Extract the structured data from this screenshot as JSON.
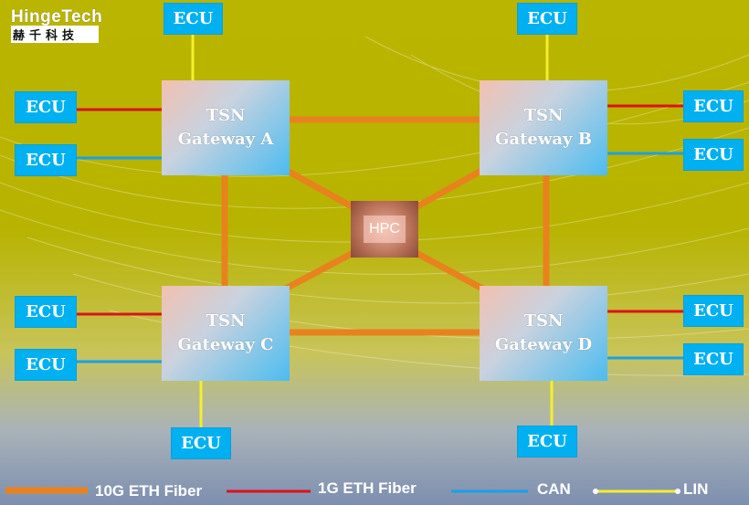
{
  "logo": {
    "brand": "HingeTech",
    "subtitle": "赫千科技"
  },
  "gateways": {
    "a": {
      "line1": "TSN",
      "line2": "Gateway A"
    },
    "b": {
      "line1": "TSN",
      "line2": "Gateway B"
    },
    "c": {
      "line1": "TSN",
      "line2": "Gateway C"
    },
    "d": {
      "line1": "TSN",
      "line2": "Gateway D"
    }
  },
  "hpc": {
    "label": "HPC"
  },
  "ecu_label": "ECU",
  "legend": {
    "eth10g": "10G ETH Fiber",
    "eth1g": "1G ETH Fiber",
    "can": "CAN",
    "lin": "LIN"
  },
  "colors": {
    "eth10g": "#e8821e",
    "eth1g": "#e0101a",
    "can": "#1aa0e6",
    "lin": "#f5ef2a",
    "ecu": "#00b0f0"
  }
}
